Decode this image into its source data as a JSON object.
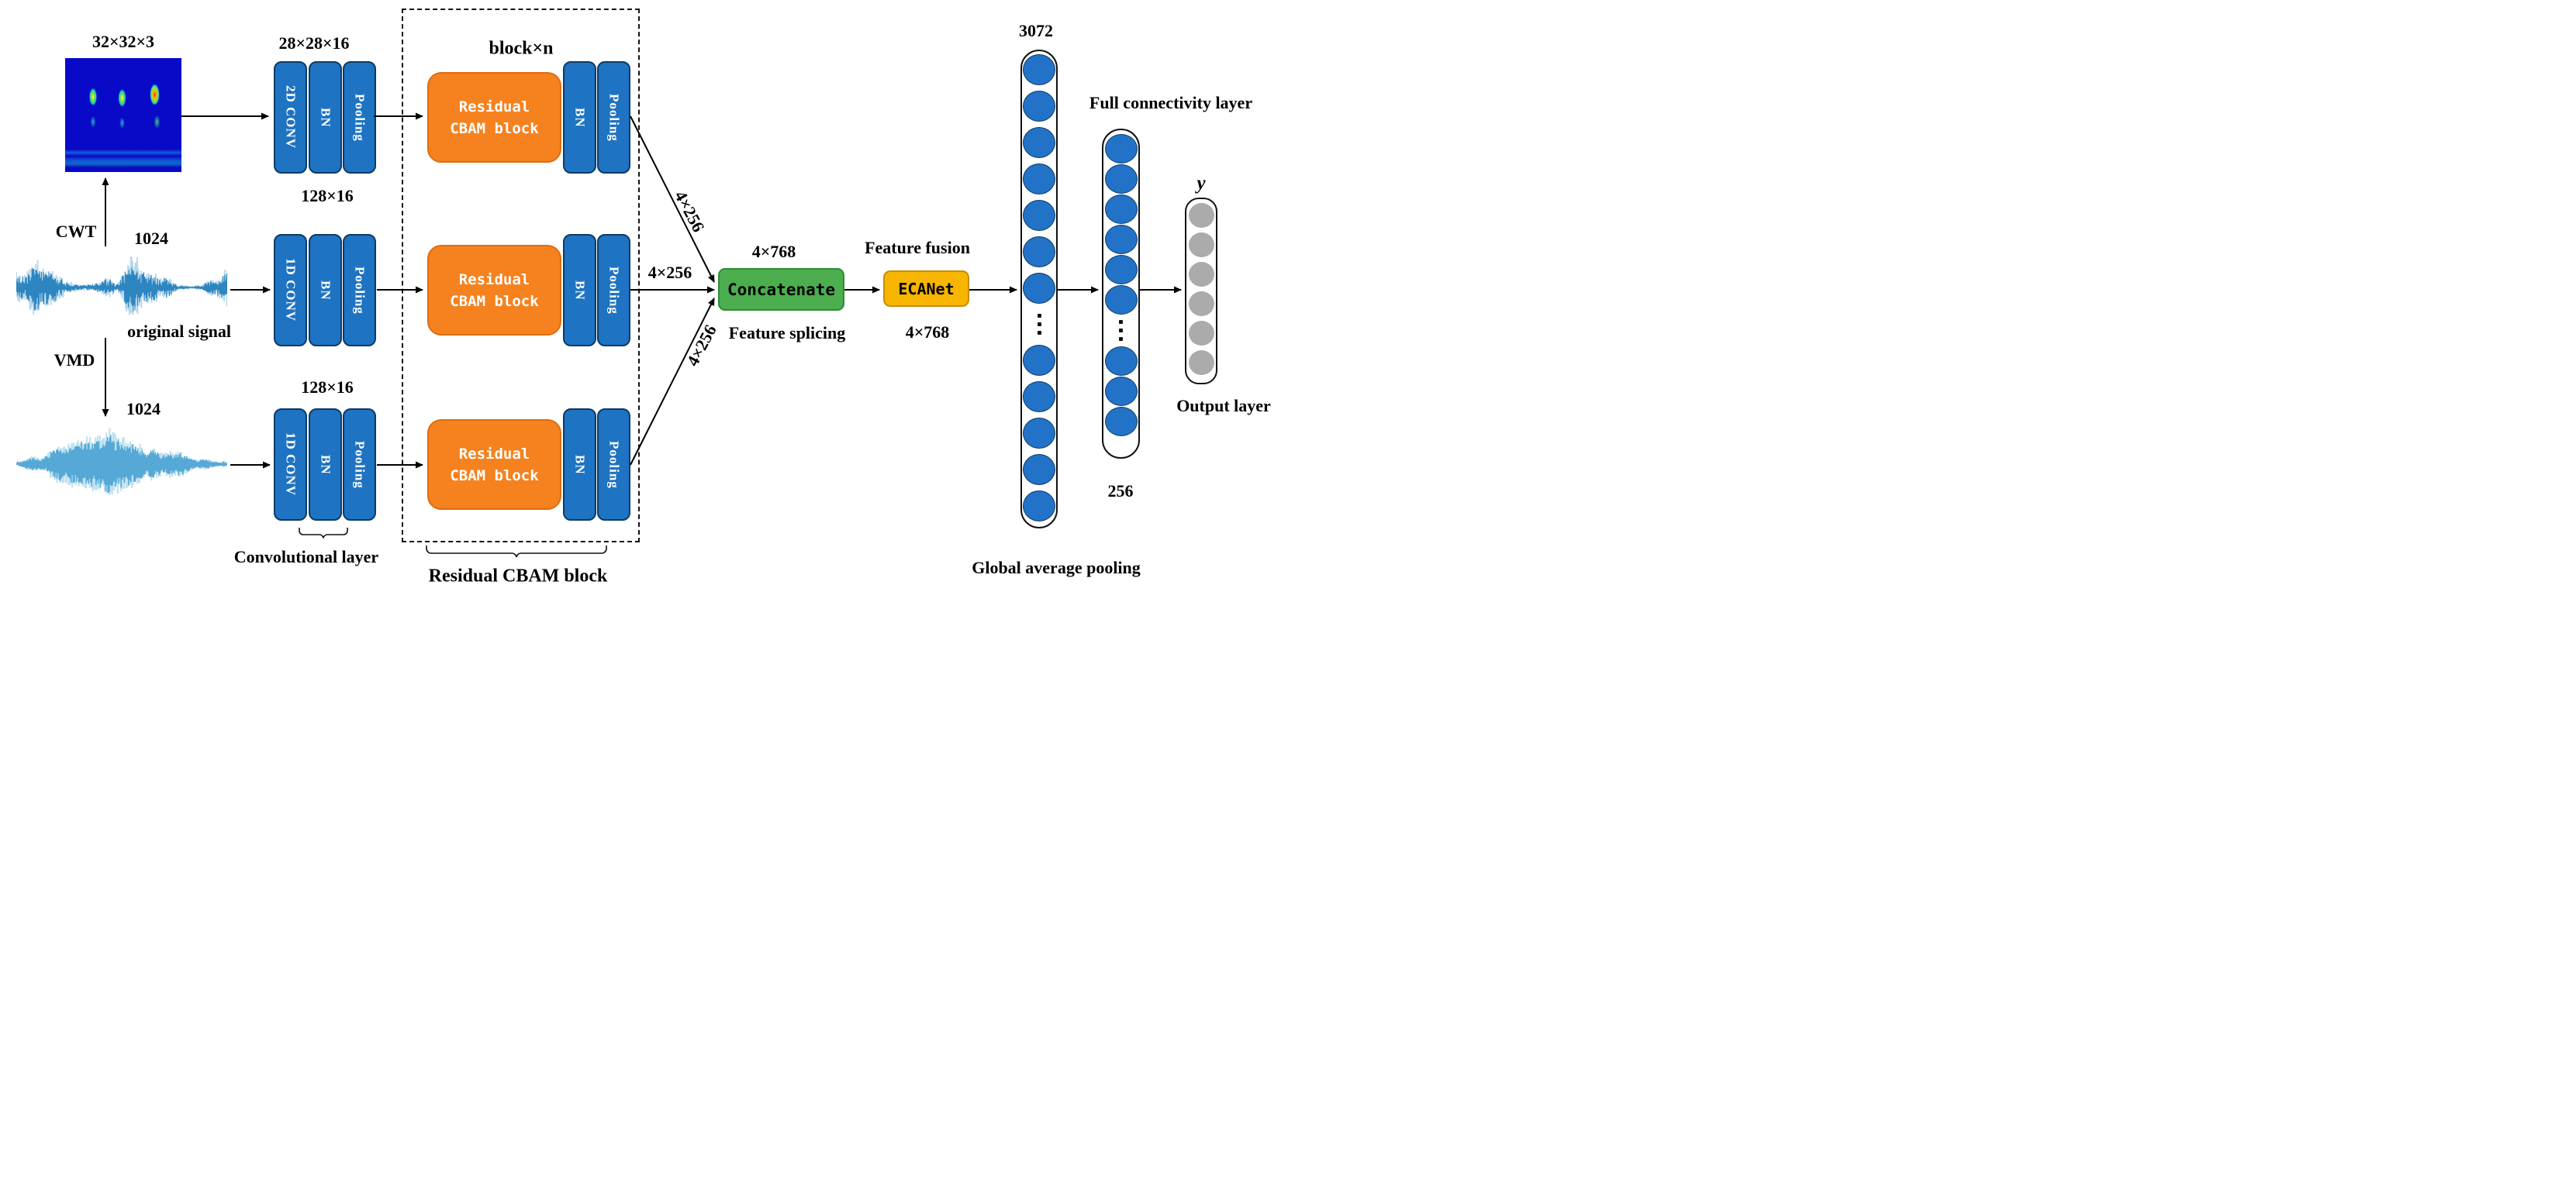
{
  "inputs": {
    "spectrogram_label": "32×32×3",
    "cwt_label": "CWT",
    "mid_len": "1024",
    "original_signal_label": "original signal",
    "vmd_label": "VMD",
    "bottom_len": "1024"
  },
  "branches": {
    "top": {
      "shape_label": "28×28×16",
      "conv": "2D CONV",
      "bn": "BN",
      "pool": "Pooling",
      "cbam_line1": "Residual",
      "cbam_line2": "CBAM block",
      "cbam_bn": "BN",
      "cbam_pool": "Pooling",
      "out_dim": "4×256"
    },
    "mid": {
      "shape_label": "128×16",
      "conv": "1D CONV",
      "bn": "BN",
      "pool": "Pooling",
      "cbam_line1": "Residual",
      "cbam_line2": "CBAM block",
      "cbam_bn": "BN",
      "cbam_pool": "Pooling",
      "out_dim": "4×256"
    },
    "bottom": {
      "shape_label": "128×16",
      "conv": "1D CONV",
      "bn": "BN",
      "pool": "Pooling",
      "cbam_line1": "Residual",
      "cbam_line2": "CBAM block",
      "cbam_bn": "BN",
      "cbam_pool": "Pooling",
      "out_dim": "4×256"
    }
  },
  "dashed_box": {
    "title": "block×n",
    "caption": "Residual CBAM block"
  },
  "captions": {
    "conv_layer": "Convolutional layer"
  },
  "fusion": {
    "concat_label": "Concatenate",
    "concat_dim": "4×768",
    "concat_caption": "Feature splicing",
    "ecanet_title": "Feature fusion",
    "ecanet_label": "ECANet",
    "ecanet_dim": "4×768"
  },
  "head": {
    "fc1_size": "3072",
    "fc_title": "Full connectivity layer",
    "fc2_size": "256",
    "gap_caption": "Global average pooling",
    "output_var": "y",
    "output_caption": "Output layer",
    "fc1_nodes": {
      "above": 7,
      "below": 5,
      "dots": true
    },
    "fc2_nodes": {
      "above": 6,
      "below": 3,
      "dots": true
    },
    "out_nodes": {
      "above": 6,
      "below": 0,
      "dots": false
    }
  },
  "colors": {
    "block_blue": "#1e73c2",
    "cbam_orange": "#f5821f",
    "concat_green": "#4cae4f",
    "ecanet_yellow": "#f7b500",
    "neuron_blue": "#2273c8",
    "neuron_gray": "#ababab"
  }
}
